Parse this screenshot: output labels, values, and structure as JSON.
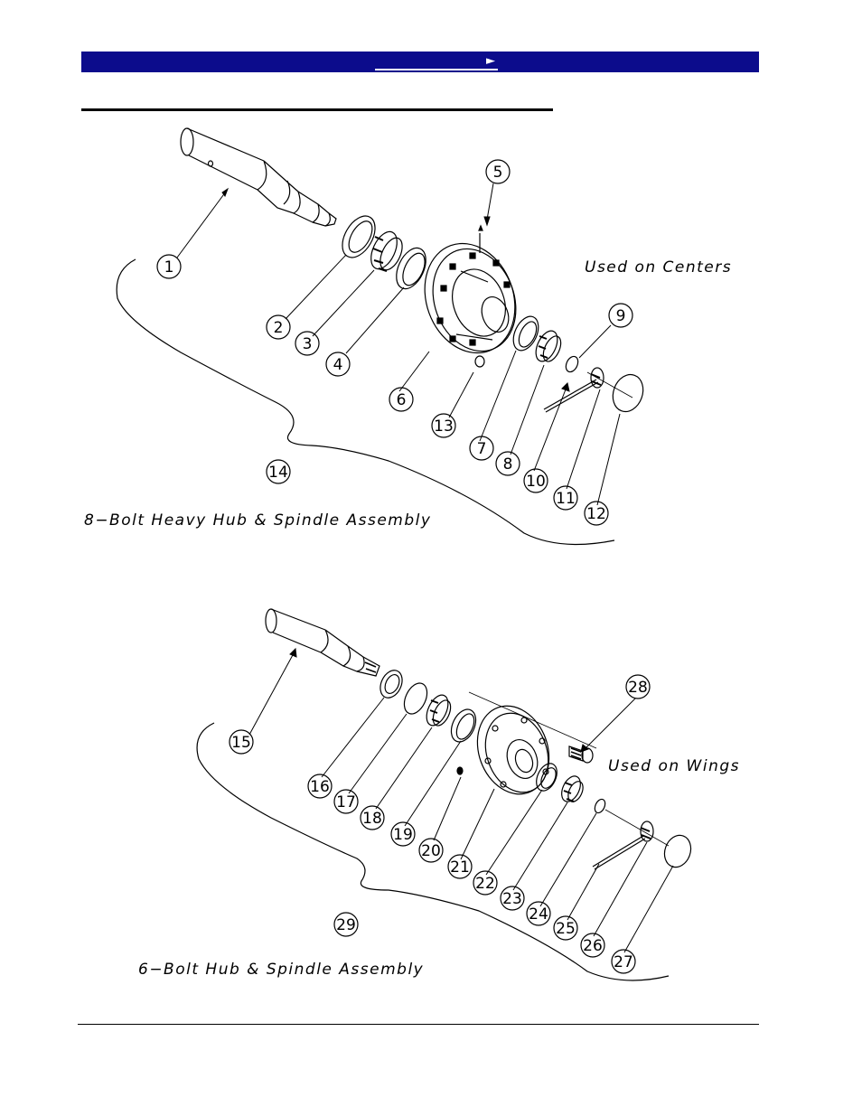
{
  "header": {
    "nav_arrow": "►"
  },
  "diagram_top": {
    "assembly_label": "8−Bolt Heavy Hub & Spindle Assembly",
    "usage_label": "Used on Centers",
    "callouts": [
      "1",
      "2",
      "3",
      "4",
      "5",
      "6",
      "7",
      "8",
      "9",
      "10",
      "11",
      "12",
      "13",
      "14"
    ]
  },
  "diagram_bottom": {
    "assembly_label": "6−Bolt Hub & Spindle Assembly",
    "usage_label": "Used on Wings",
    "callouts": [
      "15",
      "16",
      "17",
      "18",
      "19",
      "20",
      "21",
      "22",
      "23",
      "24",
      "25",
      "26",
      "27",
      "28",
      "29"
    ]
  }
}
